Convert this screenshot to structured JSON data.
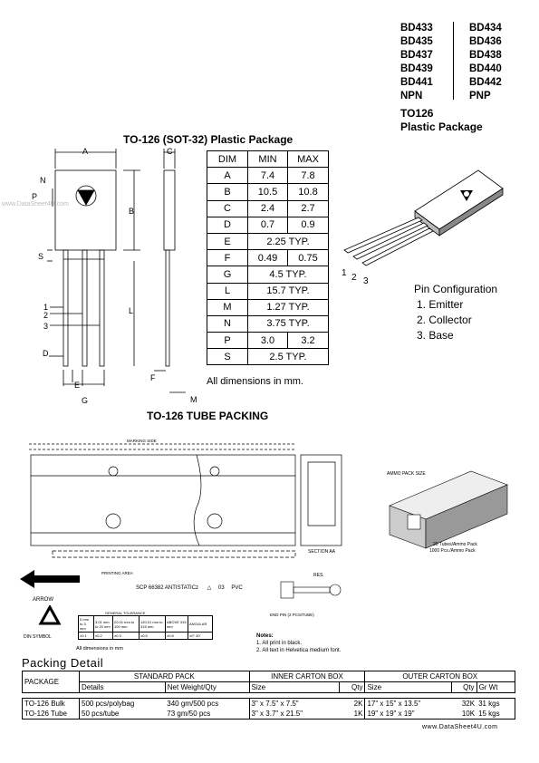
{
  "parts": {
    "left": [
      "BD433",
      "BD435",
      "BD437",
      "BD439",
      "BD441",
      "NPN"
    ],
    "right": [
      "BD434",
      "BD436",
      "BD438",
      "BD440",
      "BD442",
      "PNP"
    ]
  },
  "package": {
    "name": "TO126",
    "type": "Plastic Package"
  },
  "drawing": {
    "title": "TO-126 (SOT-32) Plastic Package",
    "labels": {
      "A": "A",
      "C": "C",
      "N": "N",
      "P": "P",
      "B": "B",
      "S": "S",
      "L": "L",
      "D": "D",
      "E": "E",
      "G": "G",
      "F": "F",
      "M": "M",
      "p1": "1",
      "p2": "2",
      "p3": "3"
    },
    "watermark": "www.DataSheet4U.com"
  },
  "dim_table": {
    "headers": [
      "DIM",
      "MIN",
      "MAX"
    ],
    "rows": [
      [
        "A",
        "7.4",
        "7.8"
      ],
      [
        "B",
        "10.5",
        "10.8"
      ],
      [
        "C",
        "2.4",
        "2.7"
      ],
      [
        "D",
        "0.7",
        "0.9"
      ],
      [
        "E",
        "2.25 TYP.",
        ""
      ],
      [
        "F",
        "0.49",
        "0.75"
      ],
      [
        "G",
        "4.5 TYP.",
        ""
      ],
      [
        "L",
        "15.7 TYP.",
        ""
      ],
      [
        "M",
        "1.27 TYP.",
        ""
      ],
      [
        "N",
        "3.75 TYP.",
        ""
      ],
      [
        "P",
        "3.0",
        "3.2"
      ],
      [
        "S",
        "2.5 TYP.",
        ""
      ]
    ],
    "note": "All dimensions in mm."
  },
  "pin_config": {
    "title": "Pin Configuration",
    "pins": [
      "1.  Emitter",
      "2.  Collector",
      "3.  Base"
    ],
    "pin_labels": [
      "1",
      "2",
      "3"
    ]
  },
  "tube": {
    "title": "TO-126 TUBE PACKING",
    "labels": {
      "marking_side": "MARKING SIDE",
      "section": "SECTION AA",
      "ammo_size": "AMMO PACK SIZE",
      "ammo_note1": "20 Tubes/Ammo Pack",
      "ammo_note2": "1000 Pcs./Ammo Pack",
      "printing_area": "PRINTING AREA",
      "arrow": "ARROW",
      "din": "DIN SYMBOL",
      "print_text": "SCP 66382 ANTISTATICz",
      "print_num": "03",
      "print_pvc": "PVC",
      "end_pin": "END PIN (2 PCS/TUBE)",
      "tol_title": "GENERAL TOLERANCE",
      "all_dims": "All dimensions in mm",
      "res": "RES."
    },
    "tolerance": {
      "headers": [
        "0 mm to 3 mm",
        "3.01 mm to 20 mm",
        "20.01 mm to 100 mm",
        "120.01 mm to 315 mm",
        "ABOVE 315 mm",
        "ANGULAR"
      ],
      "values": [
        "±0.1",
        "±0.2",
        "±0.3",
        "±0.5",
        "±0.8",
        "±0° 30'"
      ]
    },
    "notes": {
      "title": "Notes:",
      "items": [
        "1.    All print in black.",
        "2.    All text in Helvetica medium font."
      ]
    }
  },
  "packing": {
    "title": "Packing Detail",
    "group_headers": [
      "STANDARD PACK",
      "INNER CARTON BOX",
      "OUTER CARTON BOX"
    ],
    "col_headers": [
      "PACKAGE",
      "Details",
      "Net Weight/Qty",
      "Size",
      "Qty",
      "Size",
      "Qty",
      "Gr Wt"
    ],
    "rows": [
      [
        "TO-126 Bulk",
        "500 pcs/polybag",
        "340 gm/500 pcs",
        "3\" x 7.5\" x 7.5\"",
        "2K",
        "17\" x 15\" x 13.5\"",
        "32K",
        "31 kgs"
      ],
      [
        "TO-126 Tube",
        "50 pcs/tube",
        "73 gm/50 pcs",
        "3\" x 3.7\" x 21.5\"",
        "1K",
        "19\" x 19\" x 19\"",
        "10K",
        "15 kgs"
      ]
    ]
  },
  "footer": "www.DataSheet4U.com"
}
